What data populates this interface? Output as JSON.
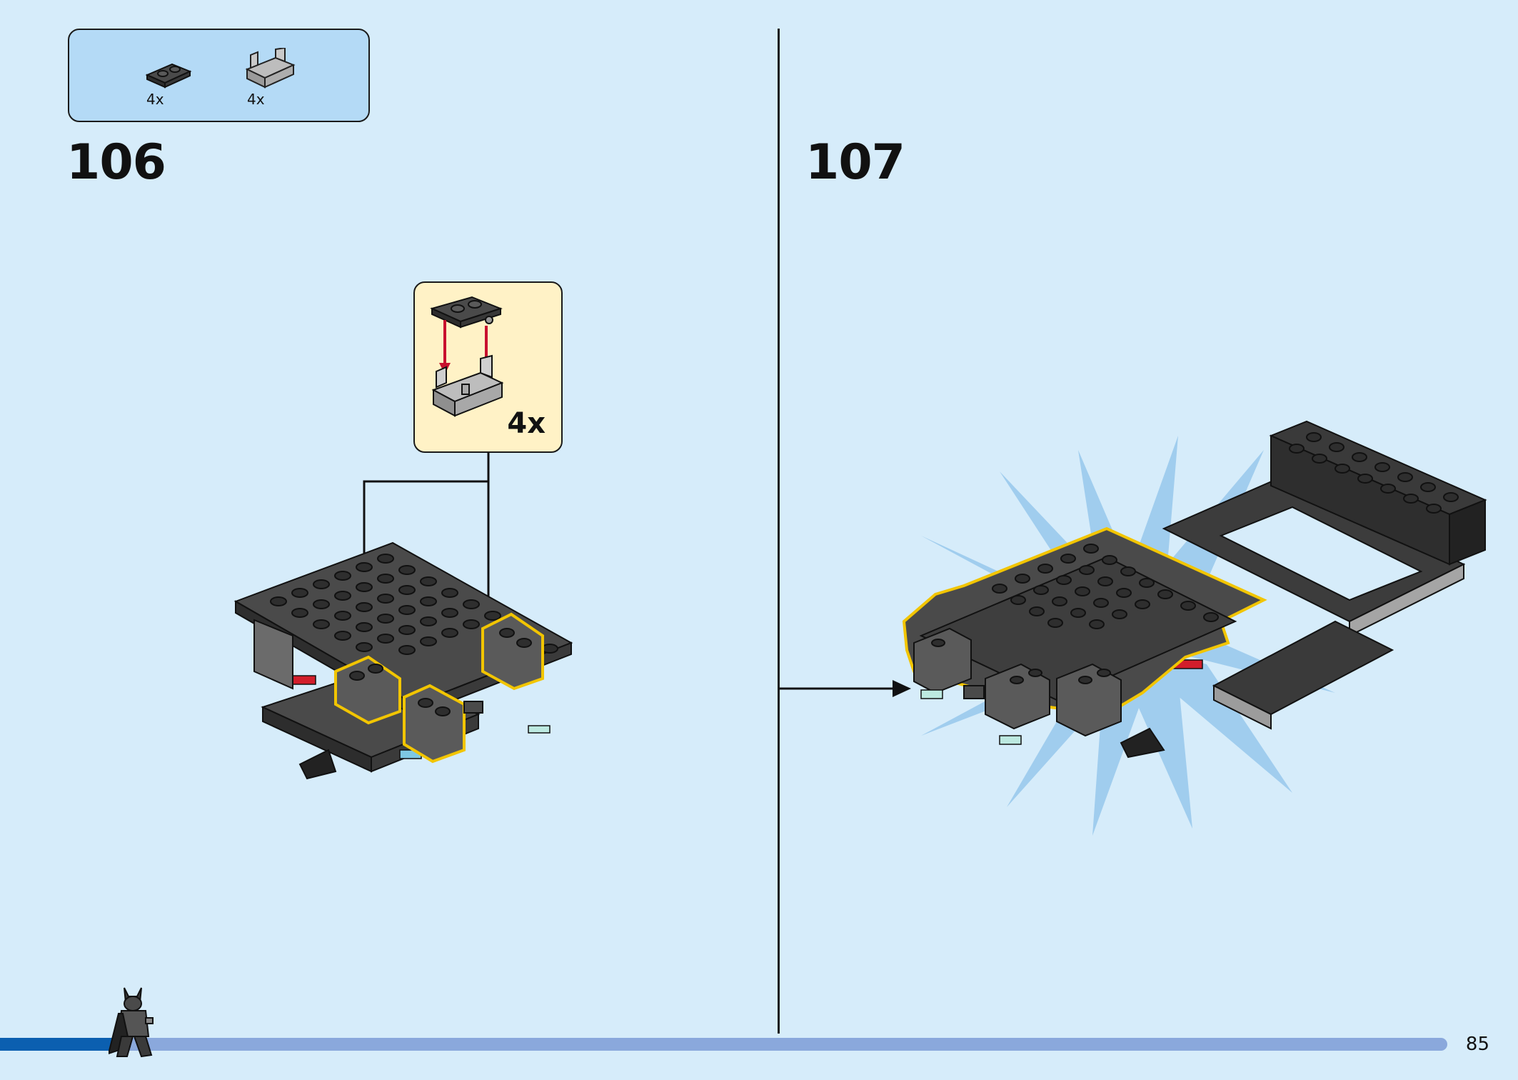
{
  "parts_list": {
    "items": [
      {
        "name": "black-plate-1x2-with-clip-icon",
        "quantity": "4x"
      },
      {
        "name": "grey-bracket-1x2-icon",
        "quantity": "4x"
      }
    ]
  },
  "steps": [
    {
      "number": "106",
      "callout_quantity": "4x"
    },
    {
      "number": "107"
    }
  ],
  "progress": {
    "fraction": 0.088
  },
  "page": {
    "number": "85"
  },
  "colors": {
    "background": "#d6ecfa",
    "parts_box": "#b4daf6",
    "callout": "#fff2c6",
    "highlight": "#f2c500",
    "arrow": "#c8102e",
    "progress_fill": "#0b5fb0",
    "progress_track": "#8aa8dc"
  }
}
